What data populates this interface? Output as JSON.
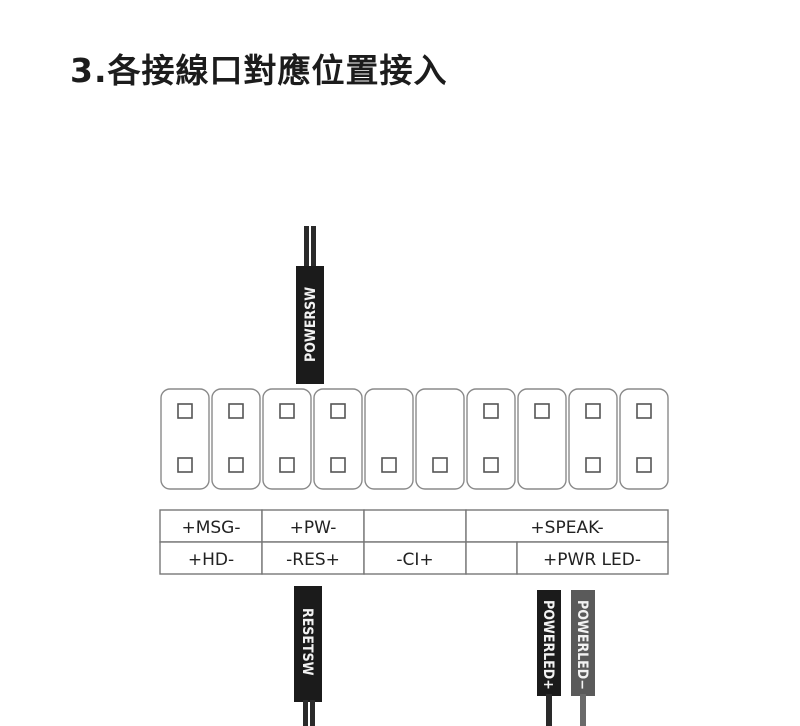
{
  "title": "3.各接線口對應位置接入",
  "connectors": {
    "top": "POWERSW",
    "reset": "RESETSW",
    "led_plus": "POWERLED+",
    "led_minus": "POWERLED−"
  },
  "labels": {
    "row1": [
      "+MSG-",
      "+PW-",
      "",
      "+SPEAK-"
    ],
    "row2": [
      "+HD-",
      "-RES+",
      "-CI+",
      "",
      "+PWR LED-"
    ]
  },
  "colors": {
    "cap_dark": "#1b1b1b",
    "cap_gray": "#5a5a5a",
    "header_border": "#888888",
    "pin": "#555555"
  }
}
